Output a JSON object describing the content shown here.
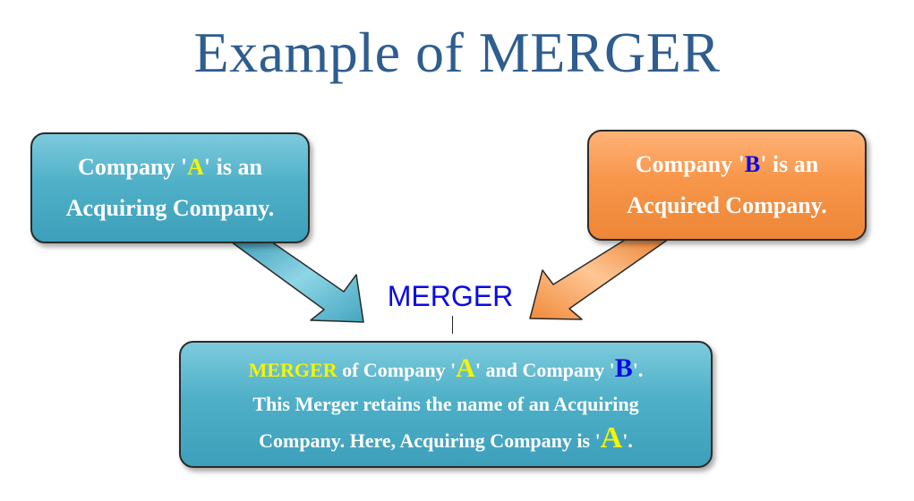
{
  "title": "Example of MERGER",
  "box_a": {
    "line1_pre": "Company '",
    "letter": "A",
    "line1_post": "' is an",
    "line2": "Acquiring Company."
  },
  "box_b": {
    "line1_pre": "Company '",
    "letter": "B",
    "line1_post": "' is an",
    "line2": "Acquired Company."
  },
  "center_label": "MERGER",
  "merged_box": {
    "keyword": "MERGER",
    "l1_a": " of Company '",
    "letter_a": "A",
    "l1_b": "' and Company '",
    "letter_b": "B",
    "l1_c": "'.",
    "line2": "This Merger retains the name of an Acquiring",
    "l3_pre": "Company.  Here, Acquiring Company  is '",
    "letter_a2": "A",
    "l3_post": "'."
  },
  "colors": {
    "title": "#2e5d8f",
    "teal_box": "#4fb0c8",
    "orange_box": "#f7964a",
    "letter_highlight_yellow": "#f5f500",
    "letter_highlight_blue": "#0a0ae6"
  }
}
